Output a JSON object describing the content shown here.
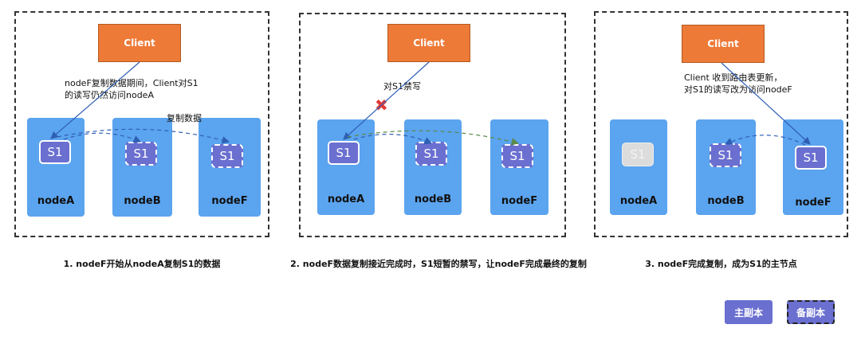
{
  "colors": {
    "client": "#ee7a37",
    "node": "#5ba4ef",
    "shard": "#6a6fd0",
    "stale_shard": "#dcdcdc",
    "x_mark": "#e53935",
    "replication_arrow": "#5b8a4a",
    "request_arrow": "#2f5fb5"
  },
  "panel1": {
    "client": "Client",
    "note": "nodeF复制数据期间，Client对S1\n的读写仍然访问nodeA",
    "copy_label": "复制数据",
    "nodes": [
      "nodeA",
      "nodeB",
      "nodeF"
    ],
    "shards": [
      "S1",
      "S1",
      "S1"
    ],
    "caption": "1. nodeF开始从nodeA复制S1的数据"
  },
  "panel2": {
    "client": "Client",
    "note": "对S1禁写",
    "x_icon": "cross-mark-icon",
    "x_glyph": "✖",
    "nodes": [
      "nodeA",
      "nodeB",
      "nodeF"
    ],
    "shards": [
      "S1",
      "S1",
      "S1"
    ],
    "caption": "2. nodeF数据复制接近完成时，S1短暂的禁写，让nodeF完成最终的复制"
  },
  "panel3": {
    "client": "Client",
    "note": "Client 收到路由表更新，\n对S1的读写改为访问nodeF",
    "nodes": [
      "nodeA",
      "nodeB",
      "nodeF"
    ],
    "shards": [
      "S1",
      "S1",
      "S1"
    ],
    "caption": "3. nodeF完成复制，成为S1的主节点"
  },
  "legend": {
    "primary": "主副本",
    "replica": "备副本"
  }
}
